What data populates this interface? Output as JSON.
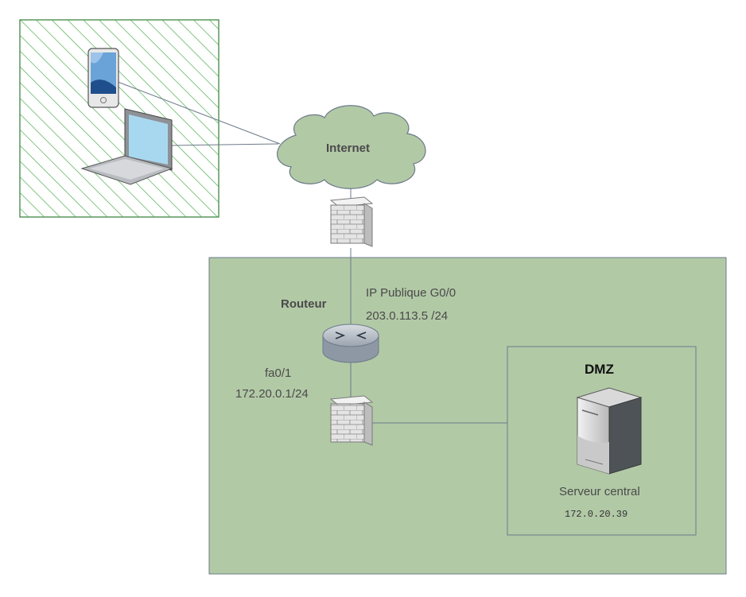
{
  "nodes": {
    "internet": {
      "label": "Internet"
    },
    "router": {
      "label": "Routeur"
    },
    "router_wan": {
      "label": "IP Publique G0/0",
      "address": "203.0.113.5 /24"
    },
    "router_lan": {
      "label": "fa0/1",
      "address": "172.20.0.1/24"
    },
    "dmz": {
      "label": "DMZ"
    },
    "server": {
      "label": "Serveur central",
      "address": "172.0.20.39"
    }
  },
  "colors": {
    "client_zone_stroke": "#2e7d32",
    "client_zone_hatch": "#4caf50",
    "internal_zone_fill": "#b2c9a6",
    "zone_border": "#6c7a8a",
    "cloud_fill": "#b2c9a6",
    "link": "#6c7a8a"
  },
  "icons": [
    "smartphone-icon",
    "laptop-icon",
    "cloud-icon",
    "firewall-icon",
    "router-icon",
    "server-icon"
  ]
}
